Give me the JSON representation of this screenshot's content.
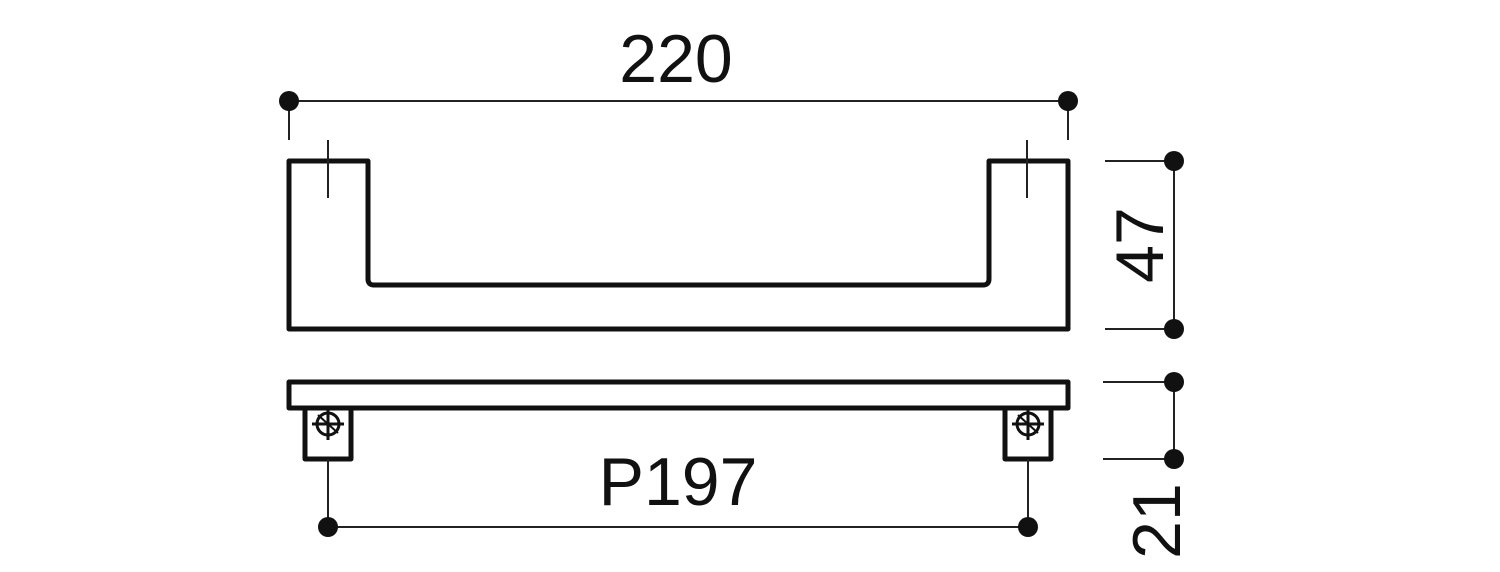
{
  "diagram": {
    "dimensions": {
      "overall_length": "220",
      "height_top_view": "47",
      "height_side_view": "21",
      "pitch": "P197"
    },
    "colors": {
      "line": "#111111",
      "background": "#ffffff"
    }
  }
}
